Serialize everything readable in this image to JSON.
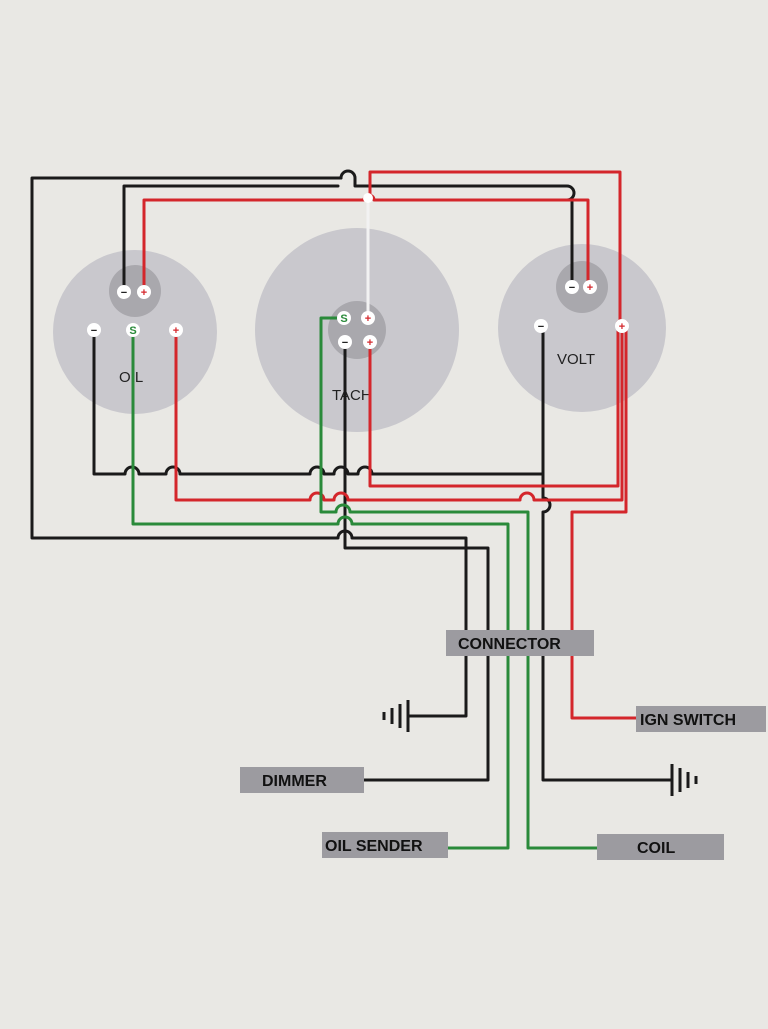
{
  "colors": {
    "paper": "#e9e8e4",
    "gauge_face": "#c9c8cd",
    "hub": "#a9a8ad",
    "wire_black": "#1a1a1a",
    "wire_red": "#d4262b",
    "wire_green": "#2a8a3a",
    "wire_white": "#f2f2f2",
    "label_box": "#9c9ba0"
  },
  "gauges": {
    "oil": {
      "label": "OIL"
    },
    "tach": {
      "label": "TACH"
    },
    "volt": {
      "label": "VOLT"
    }
  },
  "labels": {
    "connector": "CONNECTOR",
    "ign_switch": "IGN SWITCH",
    "dimmer": "DIMMER",
    "oil_sender": "OIL SENDER",
    "coil": "COIL"
  },
  "icons": {
    "ground": "ground-symbol-icon"
  }
}
